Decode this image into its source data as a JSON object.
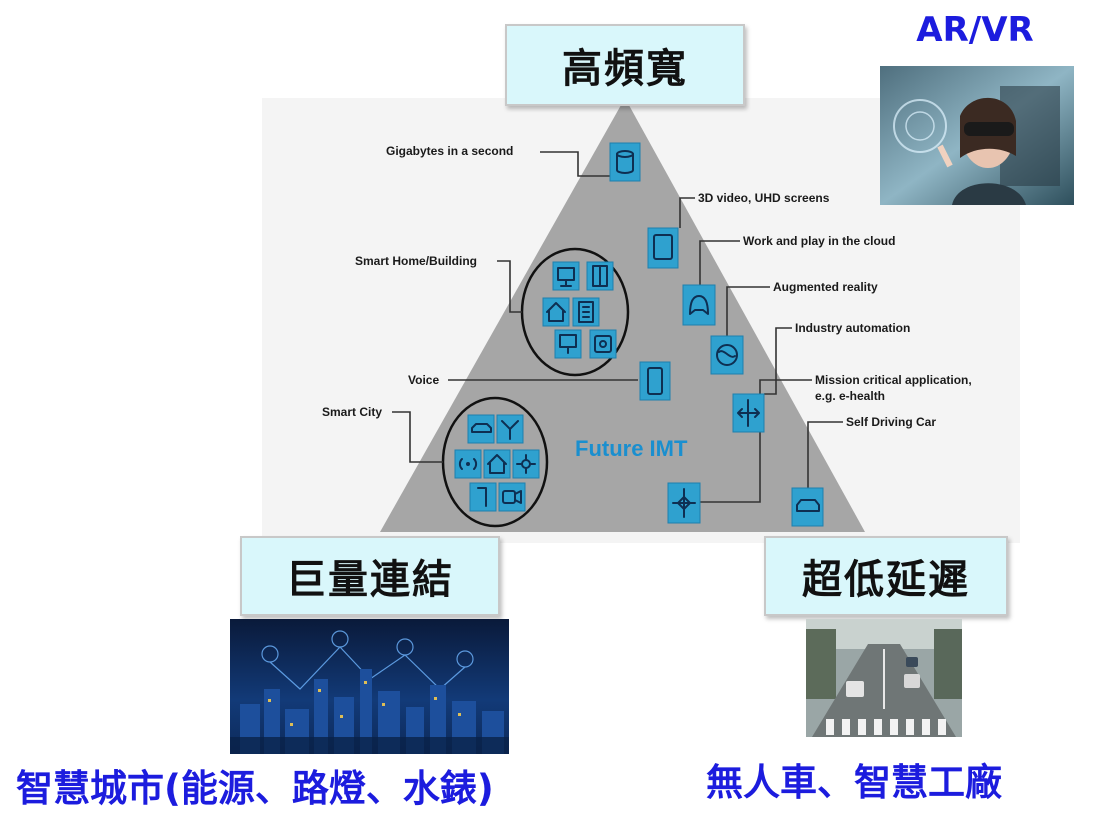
{
  "corners": {
    "top": "高頻寬",
    "bottom_left": "巨量連結",
    "bottom_right": "超低延遲"
  },
  "ar_vr_label": "AR/VR",
  "captions": {
    "city": "智慧城市(能源、路燈、水錶)",
    "factory": "無人車、智慧工廠"
  },
  "diagram": {
    "center": "Future IMT",
    "labels": {
      "gigabytes": "Gigabytes in a second",
      "video3d": "3D video, UHD screens",
      "cloud": "Work and play in the cloud",
      "smart_home": "Smart Home/Building",
      "augmented": "Augmented reality",
      "industry": "Industry automation",
      "voice": "Voice",
      "mission_1": "Mission critical application,",
      "mission_2": "e.g. e-health",
      "smart_city": "Smart City",
      "self_driving": "Self Driving Car"
    }
  },
  "colors": {
    "triangle": "#a6a6a6",
    "icon_fill": "#2fa1cf",
    "icon_line": "#0e2f52",
    "caption_blue": "#1c1cde",
    "tag_bg": "#d9f7fb"
  },
  "icons": [
    "database-icon",
    "tablet-icon",
    "gamepad-icon",
    "globe-icon",
    "smartphone-icon",
    "arrows-icon",
    "crosshair-icon",
    "car-icon",
    "monitor-icon",
    "building-icon",
    "home-icon",
    "wifi-icon",
    "streetlight-icon",
    "camera-icon",
    "fan-icon"
  ]
}
